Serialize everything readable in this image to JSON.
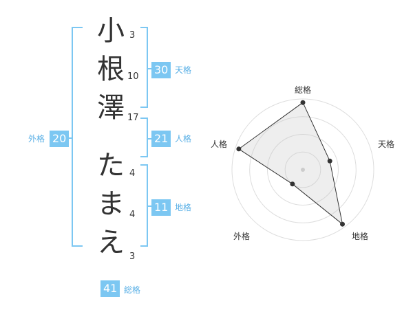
{
  "colors": {
    "accent": "#7cc7f2",
    "text": "#333333",
    "label": "#5ab0e6"
  },
  "name": {
    "chars": [
      {
        "char": "小",
        "strokes": "3"
      },
      {
        "char": "根",
        "strokes": "10"
      },
      {
        "char": "澤",
        "strokes": "17"
      },
      {
        "char": "た",
        "strokes": "4"
      },
      {
        "char": "ま",
        "strokes": "4"
      },
      {
        "char": "え",
        "strokes": "3"
      }
    ]
  },
  "fortune": {
    "tenkaku": {
      "value": "30",
      "label": "天格"
    },
    "jinkaku": {
      "value": "21",
      "label": "人格"
    },
    "chikaku": {
      "value": "11",
      "label": "地格"
    },
    "gaikaku": {
      "value": "20",
      "label": "外格"
    },
    "soukaku": {
      "value": "41",
      "label": "総格"
    }
  },
  "radar": {
    "axes": [
      "総格",
      "天格",
      "地格",
      "外格",
      "人格"
    ],
    "levels": 4,
    "values": [
      0.95,
      0.4,
      0.95,
      0.25,
      0.95
    ]
  }
}
